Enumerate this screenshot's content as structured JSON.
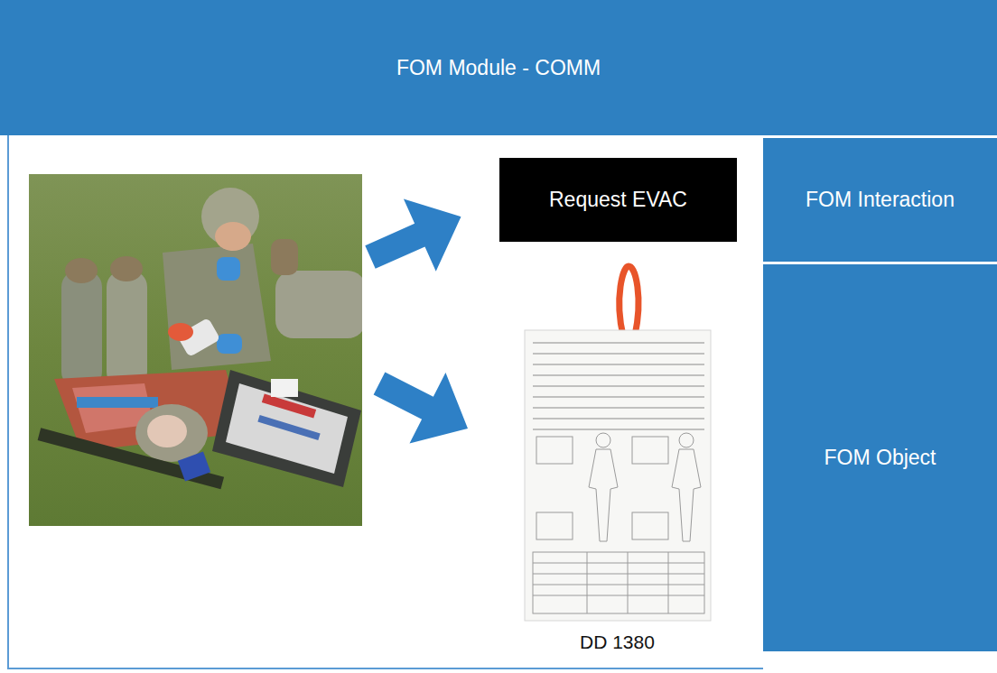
{
  "diagram": {
    "nodes": [
      {
        "text": [
          "FOM Module - COMM"
        ]
      },
      {
        "text": [
          "Request EVAC"
        ]
      },
      {
        "text": [
          "FOM Interaction"
        ]
      },
      {
        "text": [
          "FOM Object"
        ]
      }
    ],
    "labels": [
      "DD 1380"
    ]
  }
}
